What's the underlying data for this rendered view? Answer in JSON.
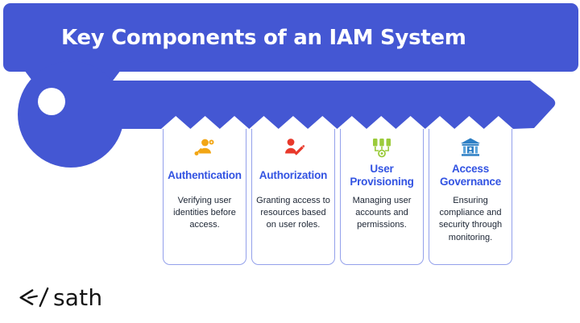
{
  "banner": {
    "title": "Key Components of an IAM System",
    "color": "#4457D3",
    "text_color": "#FFFFFF"
  },
  "key": {
    "color": "#4457D3"
  },
  "cards": [
    {
      "icon": "user-key-icon",
      "icon_color": "#F2A615",
      "title": "Authentication",
      "description": "Verifying user identities before access."
    },
    {
      "icon": "user-edit-icon",
      "icon_color": "#E8392B",
      "title": "Authorization",
      "description": "Granting access to resources based on user roles."
    },
    {
      "icon": "provisioning-network-icon",
      "icon_color": "#9BCB3B",
      "title": "User Provisioning",
      "description": "Managing user accounts and permissions."
    },
    {
      "icon": "bank-icon",
      "icon_color": "#2D7FC4",
      "title": "Access Governance",
      "description": "Ensuring compliance and security through monitoring."
    }
  ],
  "footer": {
    "logo_text": "sath"
  },
  "colors": {
    "card_title": "#3253E2",
    "card_text": "#1B2433",
    "card_border": "#93A0EB"
  }
}
